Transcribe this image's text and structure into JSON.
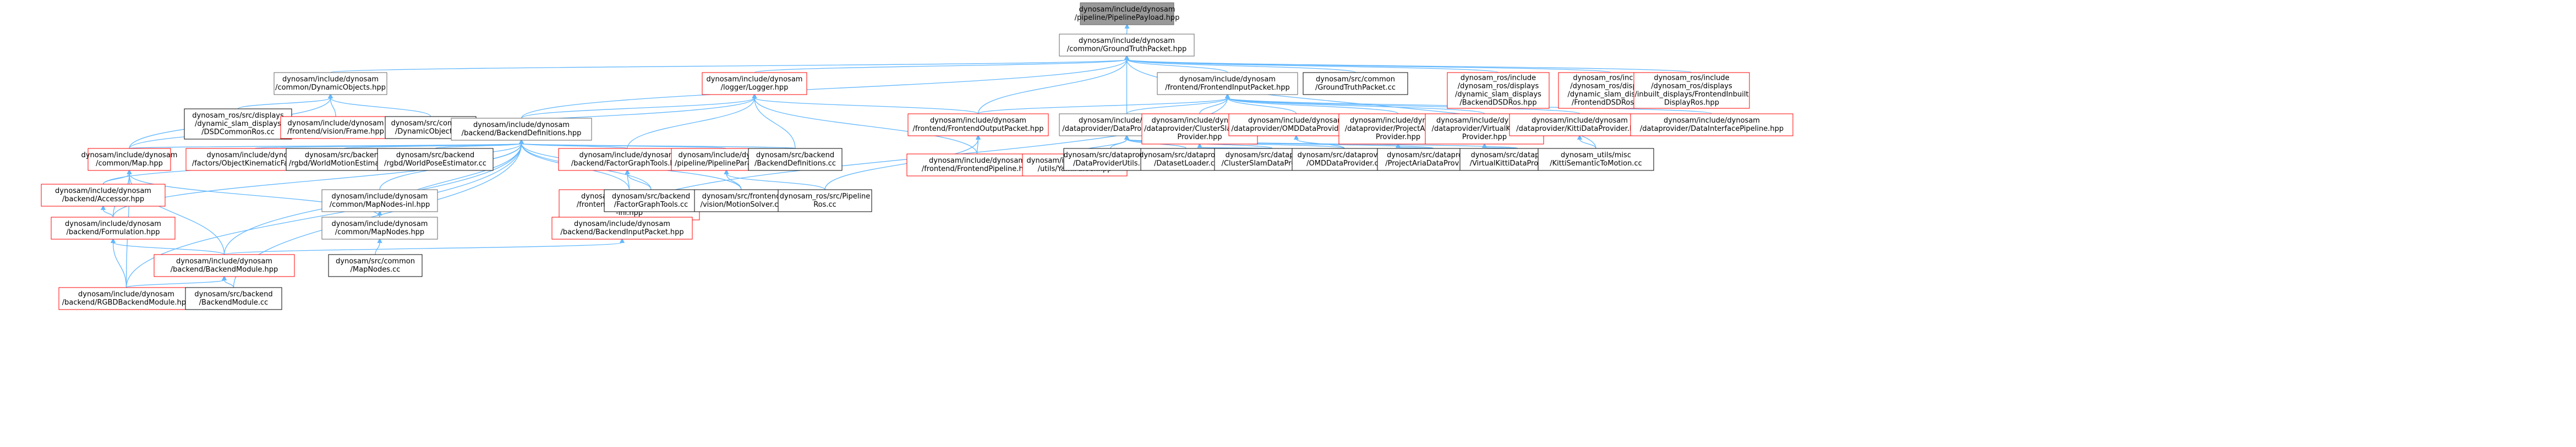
{
  "colors": {
    "root_fill": "#999999",
    "node_fill": "#ffffff",
    "border_red": "#ff0000",
    "border_gray": "#666666",
    "border_black": "#000000",
    "edge": "#63b8ff"
  },
  "nodes": [
    {
      "id": "n0",
      "kind": "root",
      "lines": [
        "dynosam/include/dynosam",
        "/pipeline/PipelinePayload.hpp"
      ]
    },
    {
      "id": "n1",
      "kind": "gray",
      "lines": [
        "dynosam/include/dynosam",
        "/common/GroundTruthPacket.hpp"
      ]
    },
    {
      "id": "n2",
      "kind": "gray",
      "lines": [
        "dynosam/include/dynosam",
        "/common/DynamicObjects.hpp"
      ]
    },
    {
      "id": "n3",
      "kind": "red",
      "lines": [
        "dynosam/include/dynosam",
        "/logger/Logger.hpp"
      ]
    },
    {
      "id": "n4",
      "kind": "gray",
      "lines": [
        "dynosam/include/dynosam",
        "/frontend/FrontendInputPacket.hpp"
      ]
    },
    {
      "id": "n5",
      "kind": "black",
      "lines": [
        "dynosam/src/common",
        "/GroundTruthPacket.cc"
      ]
    },
    {
      "id": "n6",
      "kind": "red",
      "lines": [
        "dynosam_ros/include",
        "/dynosam_ros/displays",
        "/dynamic_slam_displays",
        "/BackendDSDRos.hpp"
      ]
    },
    {
      "id": "n7",
      "kind": "red",
      "lines": [
        "dynosam_ros/include",
        "/dynosam_ros/displays",
        "/dynamic_slam_displays",
        "/FrontendDSDRos.hpp"
      ]
    },
    {
      "id": "n8",
      "kind": "red",
      "lines": [
        "dynosam_ros/include",
        "/dynosam_ros/displays",
        "/inbuilt_displays/FrontendInbuilt",
        "DisplayRos.hpp"
      ]
    },
    {
      "id": "n9",
      "kind": "black",
      "lines": [
        "dynosam_ros/src/displays",
        "/dynamic_slam_displays",
        "/DSDCommonRos.cc"
      ]
    },
    {
      "id": "n10",
      "kind": "red",
      "lines": [
        "dynosam/include/dynosam",
        "/frontend/vision/Frame.hpp"
      ]
    },
    {
      "id": "n11",
      "kind": "black",
      "lines": [
        "dynosam/src/common",
        "/DynamicObjects.cc"
      ]
    },
    {
      "id": "n12",
      "kind": "gray",
      "lines": [
        "dynosam/include/dynosam",
        "/backend/BackendDefinitions.hpp"
      ]
    },
    {
      "id": "n13",
      "kind": "red",
      "lines": [
        "dynosam/include/dynosam",
        "/frontend/FrontendOutputPacket.hpp"
      ]
    },
    {
      "id": "n14",
      "kind": "gray",
      "lines": [
        "dynosam/include/dynosam",
        "/dataprovider/DataProviderUtils.hpp"
      ]
    },
    {
      "id": "n15",
      "kind": "red",
      "lines": [
        "dynosam/include/dynosam",
        "/dataprovider/ClusterSlamData",
        "Provider.hpp"
      ]
    },
    {
      "id": "n16",
      "kind": "red",
      "lines": [
        "dynosam/include/dynosam",
        "/dataprovider/OMDDataProvider.hpp"
      ]
    },
    {
      "id": "n17",
      "kind": "red",
      "lines": [
        "dynosam/include/dynosam",
        "/dataprovider/ProjectAriaData",
        "Provider.hpp"
      ]
    },
    {
      "id": "n18",
      "kind": "red",
      "lines": [
        "dynosam/include/dynosam",
        "/dataprovider/VirtualKittiData",
        "Provider.hpp"
      ]
    },
    {
      "id": "n19",
      "kind": "red",
      "lines": [
        "dynosam/include/dynosam",
        "/dataprovider/KittiDataProvider.hpp"
      ]
    },
    {
      "id": "n20",
      "kind": "red",
      "lines": [
        "dynosam/include/dynosam",
        "/dataprovider/DataInterfacePipeline.hpp"
      ]
    },
    {
      "id": "n21",
      "kind": "red",
      "lines": [
        "dynosam/include/dynosam",
        "/common/Map.hpp"
      ]
    },
    {
      "id": "n22",
      "kind": "red",
      "lines": [
        "dynosam/include/dynosam",
        "/factors/ObjectKinematicFactor.hpp"
      ]
    },
    {
      "id": "n23",
      "kind": "black",
      "lines": [
        "dynosam/src/backend",
        "/rgbd/WorldMotionEstimator.cc"
      ]
    },
    {
      "id": "n24",
      "kind": "black",
      "lines": [
        "dynosam/src/backend",
        "/rgbd/WorldPoseEstimator.cc"
      ]
    },
    {
      "id": "n25",
      "kind": "red",
      "lines": [
        "dynosam/include/dynosam",
        "/backend/FactorGraphTools.hpp"
      ]
    },
    {
      "id": "n26",
      "kind": "red",
      "lines": [
        "dynosam/include/dynosam",
        "/pipeline/PipelineParams.hpp"
      ]
    },
    {
      "id": "n27",
      "kind": "black",
      "lines": [
        "dynosam/src/backend",
        "/BackendDefinitions.cc"
      ]
    },
    {
      "id": "n28",
      "kind": "red",
      "lines": [
        "dynosam/include/dynosam",
        "/frontend/FrontendPipeline.hpp"
      ]
    },
    {
      "id": "n29",
      "kind": "red",
      "lines": [
        "dynosam/include/dynosam",
        "/utils/YamlParser.hpp"
      ]
    },
    {
      "id": "n30",
      "kind": "black",
      "lines": [
        "dynosam/src/dataprovider",
        "/DataProviderUtils.cc"
      ]
    },
    {
      "id": "n31",
      "kind": "black",
      "lines": [
        "dynosam/src/dataprovider",
        "/DatasetLoader.cc"
      ]
    },
    {
      "id": "n32",
      "kind": "black",
      "lines": [
        "dynosam/src/dataprovider",
        "/ClusterSlamDataProvider.cc"
      ]
    },
    {
      "id": "n33",
      "kind": "black",
      "lines": [
        "dynosam/src/dataprovider",
        "/OMDDataProvider.cc"
      ]
    },
    {
      "id": "n34",
      "kind": "black",
      "lines": [
        "dynosam/src/dataprovider",
        "/ProjectAriaDataProvider.cc"
      ]
    },
    {
      "id": "n35",
      "kind": "black",
      "lines": [
        "dynosam/src/dataprovider",
        "/VirtualKittiDataProvider.cc"
      ]
    },
    {
      "id": "n36",
      "kind": "black",
      "lines": [
        "dynosam_utils/misc",
        "/KittiSemanticToMotion.cc"
      ]
    },
    {
      "id": "n37",
      "kind": "red",
      "lines": [
        "dynosam/include/dynosam",
        "/backend/Accessor.hpp"
      ]
    },
    {
      "id": "n38",
      "kind": "gray",
      "lines": [
        "dynosam/include/dynosam",
        "/common/MapNodes-inl.hpp"
      ]
    },
    {
      "id": "n39",
      "kind": "red",
      "lines": [
        "dynosam/include/dynosam",
        "/frontend/vision/MotionSolver",
        "-inl.hpp"
      ]
    },
    {
      "id": "n40",
      "kind": "black",
      "lines": [
        "dynosam/src/backend",
        "/FactorGraphTools.cc"
      ]
    },
    {
      "id": "n41",
      "kind": "black",
      "lines": [
        "dynosam/src/frontend",
        "/vision/MotionSolver.cc"
      ]
    },
    {
      "id": "n42",
      "kind": "black",
      "lines": [
        "dynosam_ros/src/Pipeline",
        "Ros.cc"
      ]
    },
    {
      "id": "n43",
      "kind": "red",
      "lines": [
        "dynosam/include/dynosam",
        "/backend/Formulation.hpp"
      ]
    },
    {
      "id": "n44",
      "kind": "gray",
      "lines": [
        "dynosam/include/dynosam",
        "/common/MapNodes.hpp"
      ]
    },
    {
      "id": "n45",
      "kind": "red",
      "lines": [
        "dynosam/include/dynosam",
        "/backend/BackendInputPacket.hpp"
      ]
    },
    {
      "id": "n46",
      "kind": "red",
      "lines": [
        "dynosam/include/dynosam",
        "/backend/BackendModule.hpp"
      ]
    },
    {
      "id": "n47",
      "kind": "black",
      "lines": [
        "dynosam/src/common",
        "/MapNodes.cc"
      ]
    },
    {
      "id": "n48",
      "kind": "red",
      "lines": [
        "dynosam/include/dynosam",
        "/backend/RGBDBackendModule.hpp"
      ]
    },
    {
      "id": "n49",
      "kind": "black",
      "lines": [
        "dynosam/src/backend",
        "/BackendModule.cc"
      ]
    }
  ]
}
